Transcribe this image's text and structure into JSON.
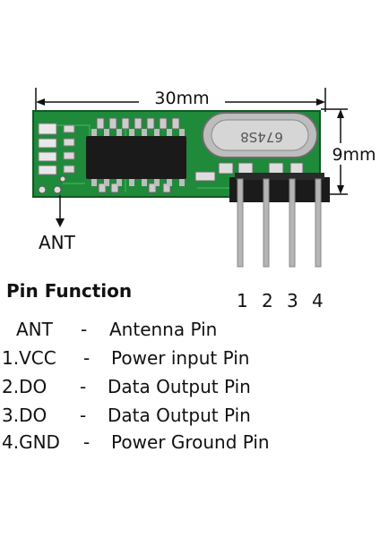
{
  "dimensions": {
    "width_label": "30mm",
    "height_label": "9mm"
  },
  "ant_label": "ANT",
  "chip_marking": "674S8",
  "pin_numbers": [
    "1",
    "2",
    "3",
    "4"
  ],
  "pin_function": {
    "title": "Pin Function",
    "rows": [
      {
        "name": "ANT",
        "sep": "-",
        "desc": "Antenna Pin"
      },
      {
        "name": "1.VCC",
        "sep": "-",
        "desc": "Power input Pin"
      },
      {
        "name": "2.DO",
        "sep": "-",
        "desc": "Data Output Pin"
      },
      {
        "name": "3.DO",
        "sep": "-",
        "desc": "Data Output Pin"
      },
      {
        "name": "4.GND",
        "sep": "-",
        "desc": "Power Ground Pin"
      }
    ]
  },
  "colors": {
    "pcb": "#1f8a3a",
    "pcb_dark": "#0f5a22",
    "chip": "#1a1a1a",
    "crystal": "#c8c8c8",
    "pin": "#b5b5b5"
  }
}
